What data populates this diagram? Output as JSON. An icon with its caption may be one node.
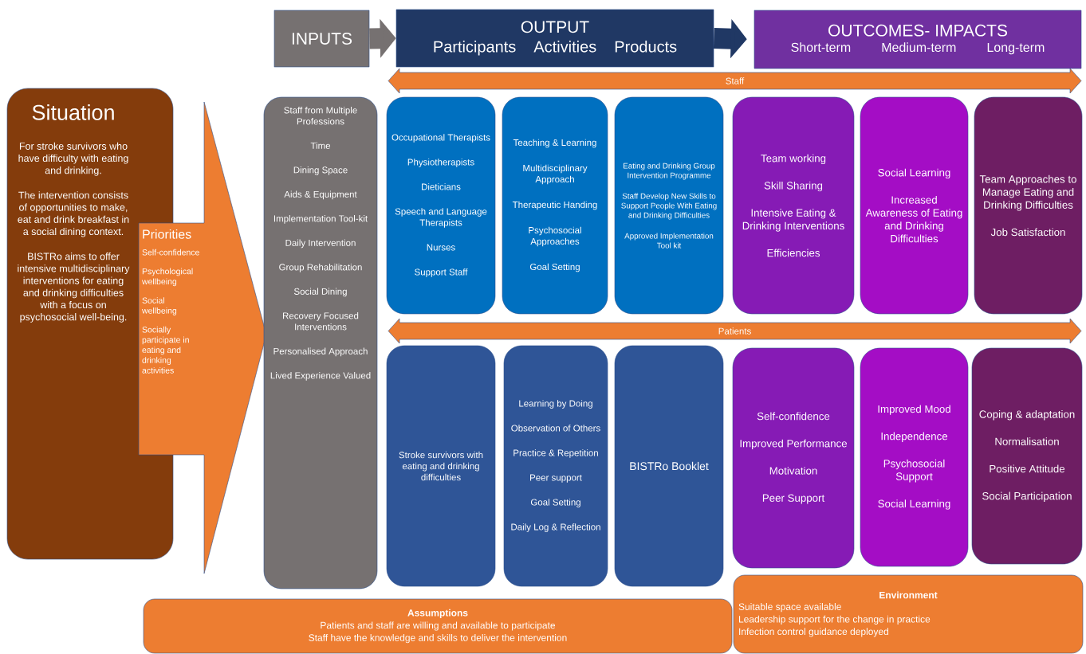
{
  "diagram": {
    "nodes": [
      {
        "text": [
          "INPUTS"
        ]
      },
      {
        "text": [
          "OUTPUT",
          "Participants",
          "Activities",
          "Products"
        ]
      },
      {
        "text": [
          "OUTCOMES- IMPACTS",
          "Short-term",
          "Medium-term",
          "Long-term"
        ]
      },
      {
        "text": [
          "Staff"
        ]
      },
      {
        "text": [
          "Situation",
          "For stroke survivors who have difficulty with eating and drinking.",
          "The intervention consists of opportunities to make, eat and drink breakfast in a social dining context.",
          "BISTRo aims to offer intensive multidisciplinary interventions for eating and drinking difficulties with a focus on psychosocial well-being."
        ]
      },
      {
        "text": [
          "Priorities",
          "Self-confidence",
          "Psychological wellbeing",
          "Social wellbeing",
          "Socially participate in eating and drinking activities"
        ]
      },
      {
        "text": [
          "Staff from Multiple Professions",
          "Time",
          "Dining Space",
          "Aids & Equipment",
          "Implementation Tool-kit",
          "Daily Intervention",
          "Group Rehabilitation",
          "Social Dining",
          "Recovery Focused Interventions",
          "Personalised Approach",
          "Lived Experience Valued"
        ]
      },
      {
        "text": [
          "Occupational Therapists",
          "Physiotherapists",
          "Dieticians",
          "Speech and Language Therapists",
          "Nurses",
          "Support Staff"
        ]
      },
      {
        "text": [
          "Teaching & Learning",
          "Multidisciplinary Approach",
          "Therapeutic Handing",
          "Psychosocial Approaches",
          "Goal Setting"
        ]
      },
      {
        "text": [
          "Eating and Drinking Group Intervention Programme",
          "Staff Develop New Skills to Support People With Eating and Drinking Difficulties",
          "Approved Implementation Tool kit"
        ]
      },
      {
        "text": [
          "Team working",
          "Skill Sharing",
          "Intensive Eating & Drinking Interventions",
          "Efficiencies"
        ]
      },
      {
        "text": [
          "Social Learning",
          "Increased Awareness of Eating and Drinking Difficulties"
        ]
      },
      {
        "text": [
          "Team Approaches to Manage Eating and Drinking Difficulties",
          "Job Satisfaction"
        ]
      },
      {
        "text": [
          "Patients"
        ]
      },
      {
        "text": [
          "Stroke survivors with eating and drinking difficulties"
        ]
      },
      {
        "text": [
          "Learning by Doing",
          "Observation of Others",
          "Practice & Repetition",
          "Peer support",
          "Goal Setting",
          "Daily Log & Reflection"
        ]
      },
      {
        "text": [
          "BISTRo Booklet"
        ]
      },
      {
        "text": [
          "Self-confidence",
          "Improved Performance",
          "Motivation",
          "Peer Support"
        ]
      },
      {
        "text": [
          "Improved Mood",
          "Independence",
          "Psychosocial Support",
          "Social Learning"
        ]
      },
      {
        "text": [
          "Coping & adaptation",
          "Normalisation",
          "Positive Attitude",
          "Social Participation"
        ]
      },
      {
        "text": [
          "Assumptions",
          "Patients and staff are willing and available to participate",
          "Staff have the knowledge and skills to deliver the intervention"
        ]
      },
      {
        "text": [
          "Environment",
          "Suitable space available",
          "Leadership support for the change in practice",
          "Infection control guidance deployed"
        ]
      }
    ],
    "edges": [
      {
        "from": 0,
        "to": 1,
        "arrow": "to",
        "color": "#767171"
      },
      {
        "from": 1,
        "to": 2,
        "arrow": "to",
        "color": "#203864"
      }
    ]
  }
}
